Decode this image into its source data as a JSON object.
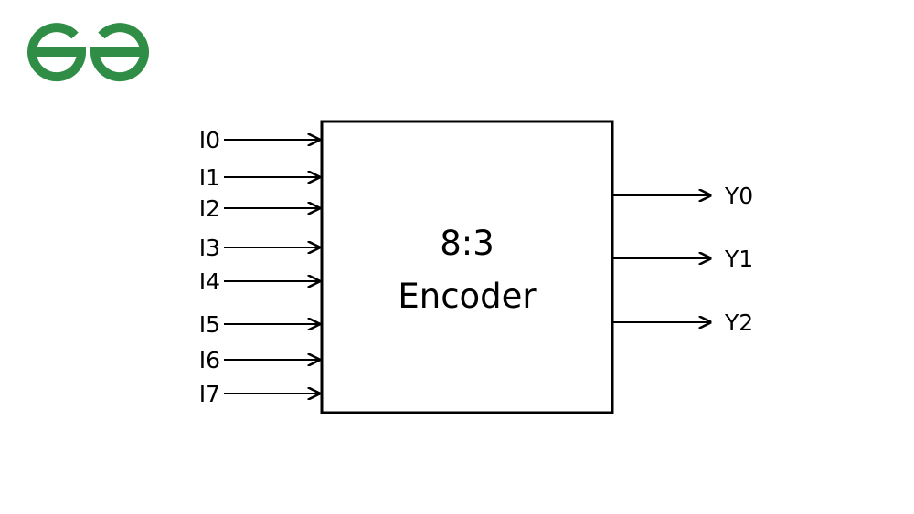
{
  "logo": {
    "text": "GG",
    "color": "#2f8d46"
  },
  "encoder": {
    "line1": "8:3",
    "line2": "Encoder"
  },
  "inputs": [
    "I0",
    "I1",
    "I2",
    "I3",
    "I4",
    "I5",
    "I6",
    "I7"
  ],
  "outputs": [
    "Y0",
    "Y1",
    "Y2"
  ],
  "colors": {
    "stroke": "#000000",
    "background": "#ffffff"
  }
}
